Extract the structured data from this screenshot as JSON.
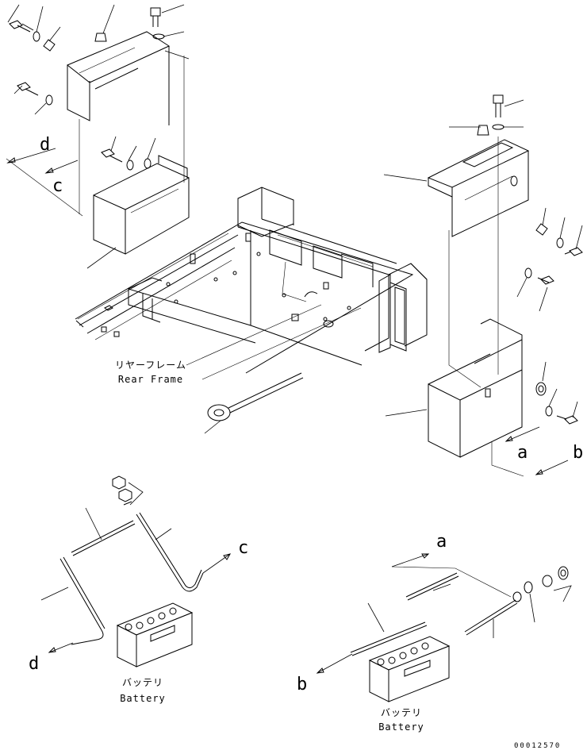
{
  "rear_frame": {
    "label_jp": "リヤーフレーム",
    "label_en": "Rear Frame"
  },
  "battery_left": {
    "label_jp": "バッテリ",
    "label_en": "Battery"
  },
  "battery_right": {
    "label_jp": "バッテリ",
    "label_en": "Battery"
  },
  "connection_letters": {
    "d_top": "d",
    "c_top": "c",
    "a_right": "a",
    "b_right": "b",
    "c_cable": "c",
    "d_cable": "d",
    "a_cable": "a",
    "b_cable": "b"
  },
  "drawing_number": "00012570"
}
